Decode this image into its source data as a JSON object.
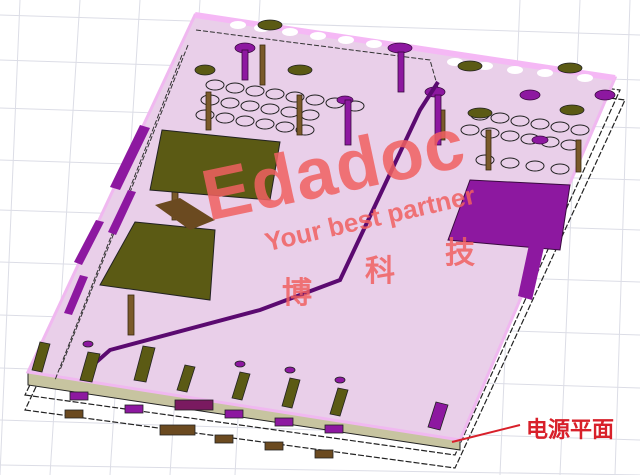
{
  "figure": {
    "description": "3D view of a multilayer PCB stack-up with vias, pads and planes",
    "colors": {
      "background": "#ffffff",
      "grid": "#dcdde6",
      "board_top": "#e9cfe9",
      "board_edge": "#f0b8f0",
      "power_plane": "#c7c4a0",
      "olive_pad": "#5b5a14",
      "purple_pad": "#8d18a0",
      "trace": "#5b0a70",
      "via_brown": "#7a5a2a",
      "annotation_red": "#d8202a",
      "watermark": "#f06060"
    }
  },
  "watermark": {
    "brand": "Edadoc",
    "slogan": "Your best partner",
    "chinese": [
      "博",
      "科",
      "技"
    ]
  },
  "annotation": {
    "label": "电源平面",
    "meaning": "power plane"
  }
}
